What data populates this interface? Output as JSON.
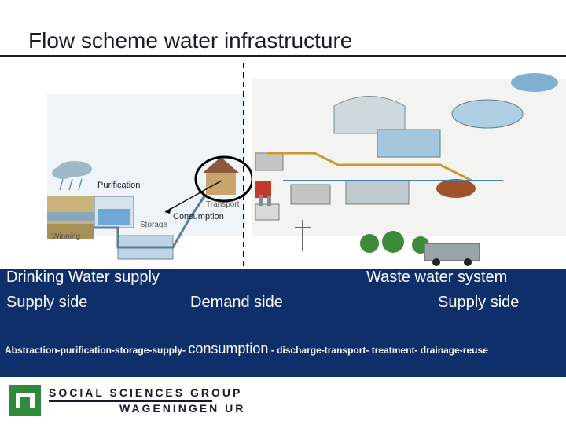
{
  "title": "Flow scheme water infrastructure",
  "diagram_labels": {
    "purification": "Purification",
    "consumption": "Consumption",
    "storage": "Storage",
    "winning": "Winning",
    "transport": "Transport"
  },
  "band": {
    "left_title": "Drinking Water supply",
    "left_side": "Supply side",
    "center_side": "Demand side",
    "right_title": "Waste water system",
    "right_side": "Supply side"
  },
  "process": {
    "before": "Abstraction-purification-storage-supply- ",
    "highlight": "consumption",
    "after": " - discharge-transport- treatment- drainage-reuse"
  },
  "logo": {
    "line1": "SOCIAL SCIENCES GROUP",
    "line2": "WAGENINGEN UR"
  },
  "colors": {
    "band_bg": "#0f2f6b",
    "title_text": "#1a1a2e",
    "logo_green": "#2f8a3b"
  }
}
